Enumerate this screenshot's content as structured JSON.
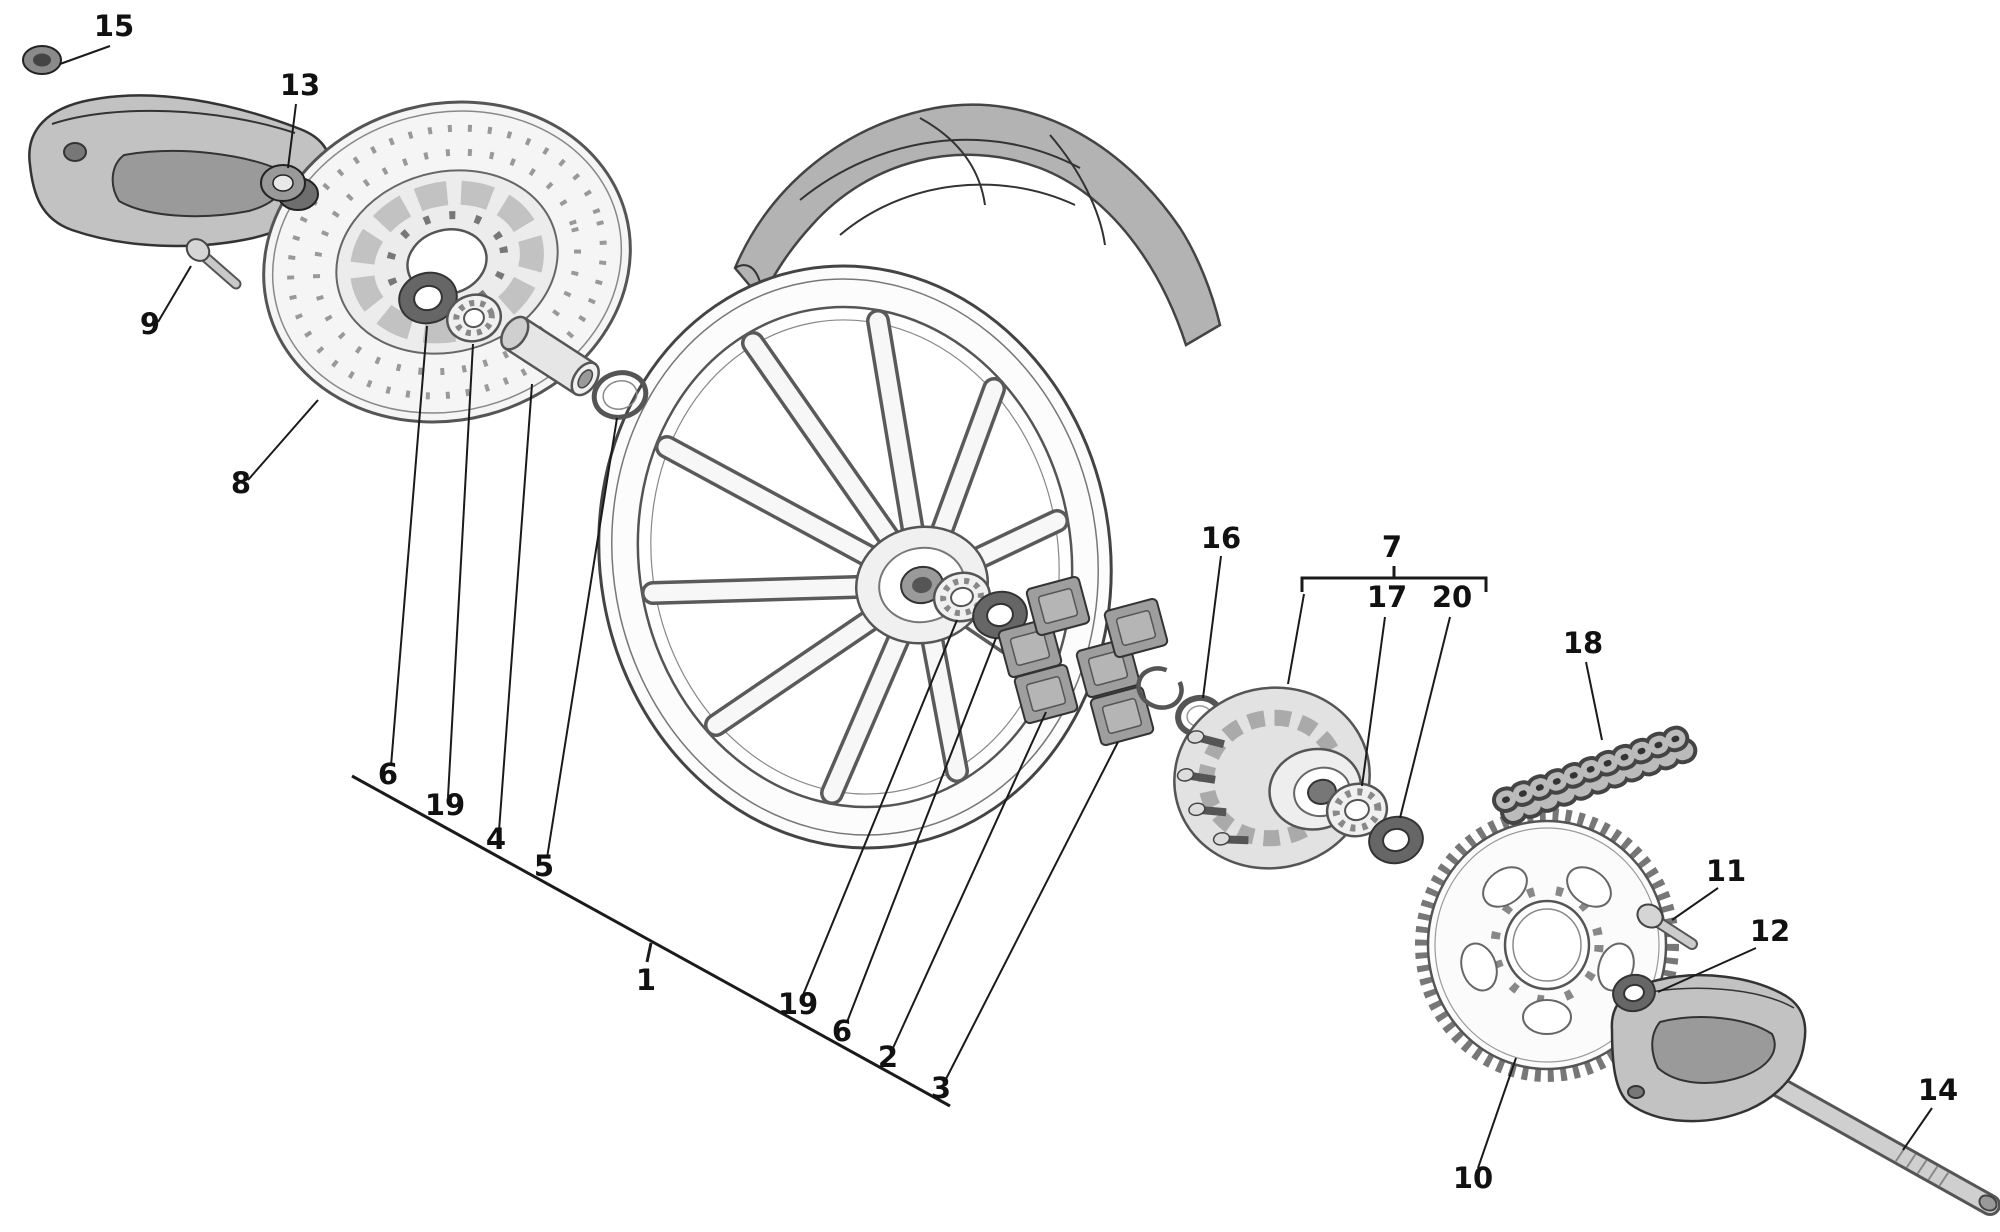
{
  "colors": {
    "ink": "#1a1a1a",
    "tire_fill": "#b3b3b3",
    "rubber_fill": "#9e9e9e",
    "metal_light": "#e8e8e8",
    "metal_mid": "#bdbdbd",
    "metal_dark": "#8a8a8a"
  },
  "callouts": [
    {
      "id": "15",
      "label": "15"
    },
    {
      "id": "13",
      "label": "13"
    },
    {
      "id": "9",
      "label": "9"
    },
    {
      "id": "8",
      "label": "8"
    },
    {
      "id": "6a",
      "label": "6"
    },
    {
      "id": "19a",
      "label": "19"
    },
    {
      "id": "4",
      "label": "4"
    },
    {
      "id": "5",
      "label": "5"
    },
    {
      "id": "1",
      "label": "1"
    },
    {
      "id": "19b",
      "label": "19"
    },
    {
      "id": "6b",
      "label": "6"
    },
    {
      "id": "2",
      "label": "2"
    },
    {
      "id": "3",
      "label": "3"
    },
    {
      "id": "16",
      "label": "16"
    },
    {
      "id": "7",
      "label": "7"
    },
    {
      "id": "17",
      "label": "17"
    },
    {
      "id": "20",
      "label": "20"
    },
    {
      "id": "18",
      "label": "18"
    },
    {
      "id": "10",
      "label": "10"
    },
    {
      "id": "11",
      "label": "11"
    },
    {
      "id": "12",
      "label": "12"
    },
    {
      "id": "14",
      "label": "14"
    }
  ]
}
